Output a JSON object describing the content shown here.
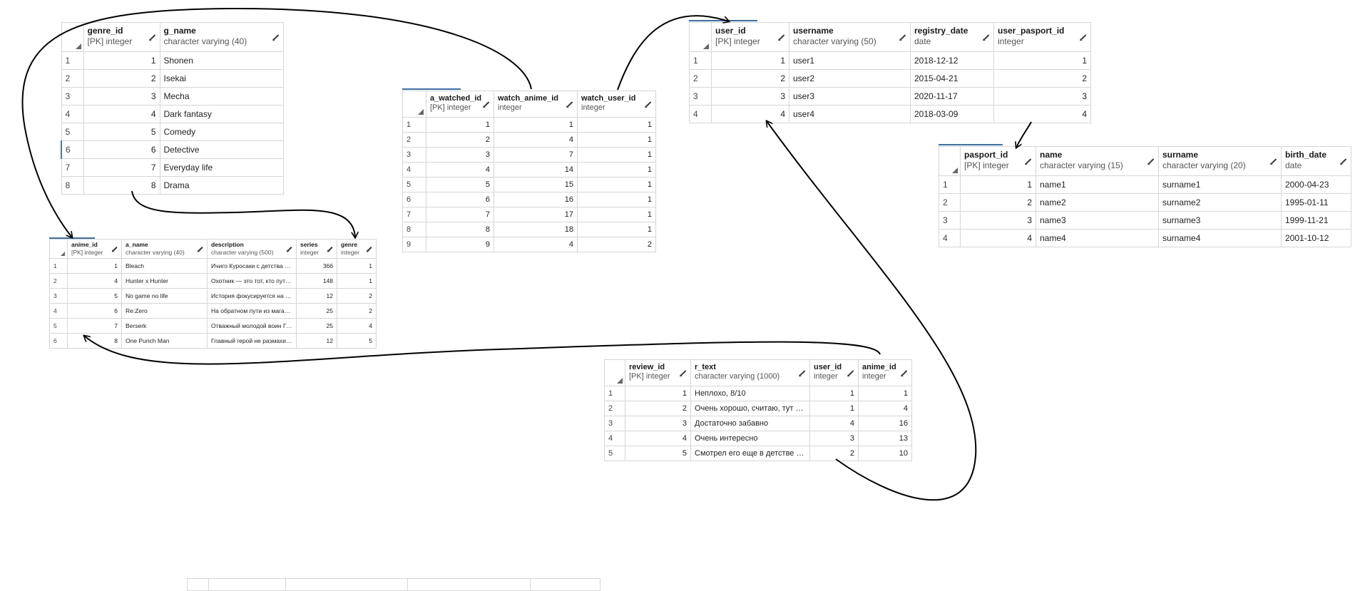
{
  "tables": [
    {
      "id": "genre",
      "columns": [
        {
          "name": "genre_id",
          "type": "[PK] integer"
        },
        {
          "name": "g_name",
          "type": "character varying (40)"
        }
      ],
      "rows": [
        [
          "1",
          "1",
          "Shonen"
        ],
        [
          "2",
          "2",
          "Isekai"
        ],
        [
          "3",
          "3",
          "Mecha"
        ],
        [
          "4",
          "4",
          "Dark fantasy"
        ],
        [
          "5",
          "5",
          "Comedy"
        ],
        [
          "6",
          "6",
          "Detective"
        ],
        [
          "7",
          "7",
          "Everyday life"
        ],
        [
          "8",
          "8",
          "Drama"
        ]
      ]
    },
    {
      "id": "anime",
      "columns": [
        {
          "name": "anime_id",
          "type": "[PK] integer"
        },
        {
          "name": "a_name",
          "type": "character varying (40)"
        },
        {
          "name": "description",
          "type": "character varying (500)"
        },
        {
          "name": "series",
          "type": "integer"
        },
        {
          "name": "genre",
          "type": "integer"
        }
      ],
      "rows": [
        [
          "1",
          "1",
          "Bleach",
          "Ичиго Куросаки с детства м...",
          "366",
          "1"
        ],
        [
          "2",
          "4",
          "Hunter x Hunter",
          "Охотник — это тот, кто путе...",
          "148",
          "1"
        ],
        [
          "3",
          "5",
          "No game no life",
          "История фокусируется на С...",
          "12",
          "2"
        ],
        [
          "4",
          "6",
          "Re:Zero",
          "На обратном пути из магази...",
          "25",
          "2"
        ],
        [
          "5",
          "7",
          "Berserk",
          "Отважный молодой воин Га...",
          "25",
          "4"
        ],
        [
          "6",
          "8",
          "One Punch Man",
          "Главный герой не размахив...",
          "12",
          "5"
        ]
      ]
    },
    {
      "id": "anime_watched",
      "columns": [
        {
          "name": "a_watched_id",
          "type": "[PK] integer"
        },
        {
          "name": "watch_anime_id",
          "type": "integer"
        },
        {
          "name": "watch_user_id",
          "type": "integer"
        }
      ],
      "rows": [
        [
          "1",
          "1",
          "1",
          "1"
        ],
        [
          "2",
          "2",
          "4",
          "1"
        ],
        [
          "3",
          "3",
          "7",
          "1"
        ],
        [
          "4",
          "4",
          "14",
          "1"
        ],
        [
          "5",
          "5",
          "15",
          "1"
        ],
        [
          "6",
          "6",
          "16",
          "1"
        ],
        [
          "7",
          "7",
          "17",
          "1"
        ],
        [
          "8",
          "8",
          "18",
          "1"
        ],
        [
          "9",
          "9",
          "4",
          "2"
        ]
      ]
    },
    {
      "id": "users",
      "columns": [
        {
          "name": "user_id",
          "type": "[PK] integer"
        },
        {
          "name": "username",
          "type": "character varying (50)"
        },
        {
          "name": "registry_date",
          "type": "date"
        },
        {
          "name": "user_pasport_id",
          "type": "integer"
        }
      ],
      "rows": [
        [
          "1",
          "1",
          "user1",
          "2018-12-12",
          "1"
        ],
        [
          "2",
          "2",
          "user2",
          "2015-04-21",
          "2"
        ],
        [
          "3",
          "3",
          "user3",
          "2020-11-17",
          "3"
        ],
        [
          "4",
          "4",
          "user4",
          "2018-03-09",
          "4"
        ]
      ]
    },
    {
      "id": "pasport",
      "columns": [
        {
          "name": "pasport_id",
          "type": "[PK] integer"
        },
        {
          "name": "name",
          "type": "character varying (15)"
        },
        {
          "name": "surname",
          "type": "character varying (20)"
        },
        {
          "name": "birth_date",
          "type": "date"
        }
      ],
      "rows": [
        [
          "1",
          "1",
          "name1",
          "surname1",
          "2000-04-23"
        ],
        [
          "2",
          "2",
          "name2",
          "surname2",
          "1995-01-11"
        ],
        [
          "3",
          "3",
          "name3",
          "surname3",
          "1999-11-21"
        ],
        [
          "4",
          "4",
          "name4",
          "surname4",
          "2001-10-12"
        ]
      ]
    },
    {
      "id": "review",
      "columns": [
        {
          "name": "review_id",
          "type": "[PK] integer"
        },
        {
          "name": "r_text",
          "type": "character varying (1000)"
        },
        {
          "name": "user_id",
          "type": "integer"
        },
        {
          "name": "anime_id",
          "type": "integer"
        }
      ],
      "rows": [
        [
          "1",
          "1",
          "Неплохо, 8/10",
          "1",
          "1"
        ],
        [
          "2",
          "2",
          "Очень хорошо, считаю, тут 10...",
          "1",
          "4"
        ],
        [
          "3",
          "3",
          "Достаточно забавно",
          "4",
          "16"
        ],
        [
          "4",
          "4",
          "Очень интересно",
          "3",
          "13"
        ],
        [
          "5",
          "5",
          "Смотрел его еще в детстве п...",
          "2",
          "10"
        ]
      ]
    }
  ]
}
